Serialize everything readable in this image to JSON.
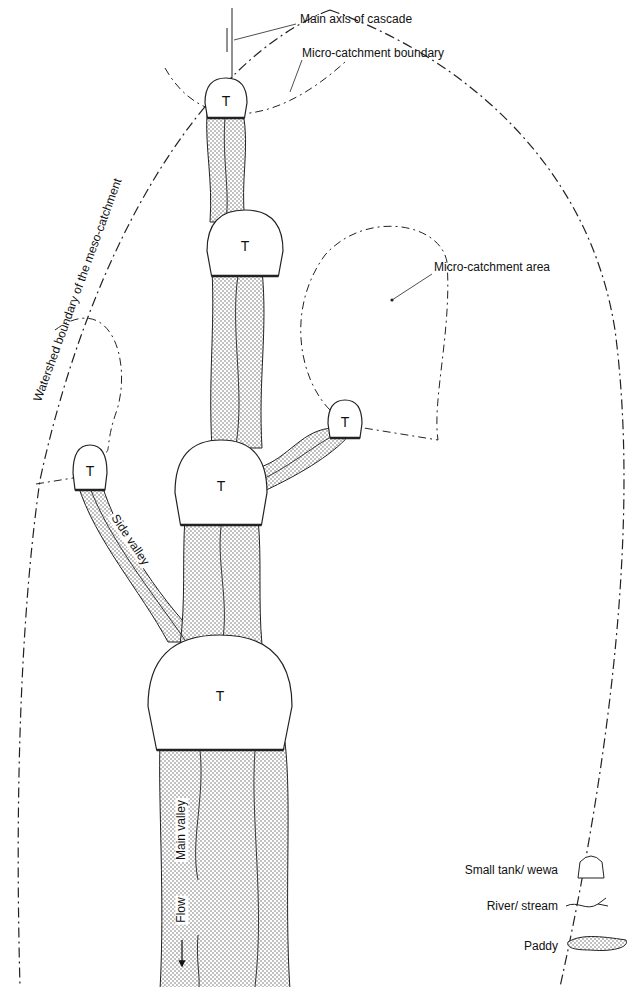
{
  "diagram": {
    "nodes": [
      {
        "text": [
          "T"
        ]
      },
      {
        "text": [
          "T"
        ]
      },
      {
        "text": [
          "T"
        ]
      },
      {
        "text": [
          "T"
        ]
      },
      {
        "text": [
          "T"
        ]
      },
      {
        "text": [
          "T"
        ]
      }
    ],
    "labels": [
      "Main axis of cascade",
      "Micro-catchment boundary",
      "Micro-catchment area",
      "Watershed boundary of the meso-catchment",
      "Side valley",
      "Main valley",
      "Flow"
    ],
    "legend": [
      {
        "text": "Small tank/ wewa"
      },
      {
        "text": "River/ stream"
      },
      {
        "text": "Paddy"
      }
    ]
  }
}
